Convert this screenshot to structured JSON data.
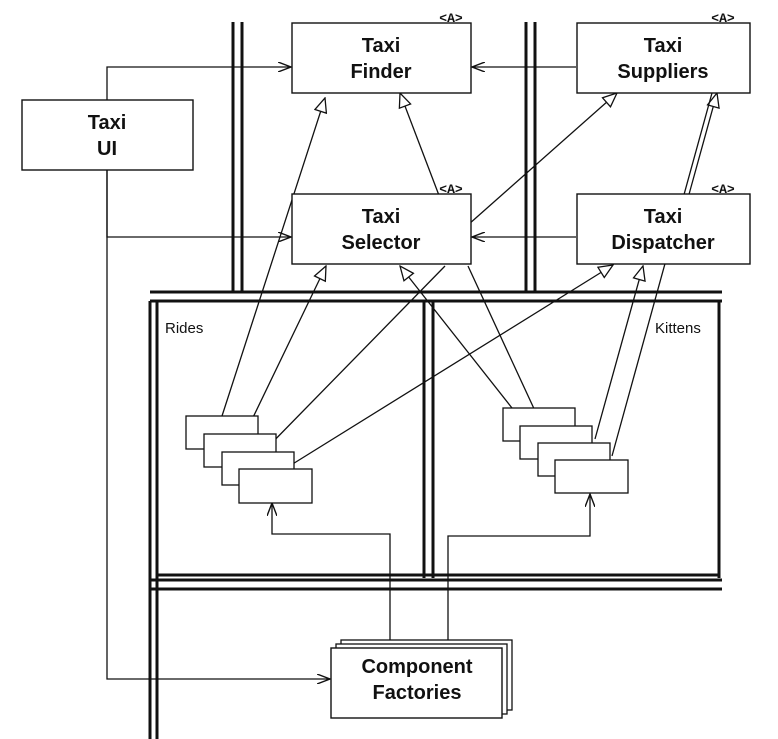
{
  "boxes": {
    "taxi_finder": {
      "line1": "Taxi",
      "line2": "Finder",
      "tag": "<A>"
    },
    "taxi_suppliers": {
      "line1": "Taxi",
      "line2": "Suppliers",
      "tag": "<A>"
    },
    "taxi_ui": {
      "line1": "Taxi",
      "line2": "UI"
    },
    "taxi_selector": {
      "line1": "Taxi",
      "line2": "Selector",
      "tag": "<A>"
    },
    "taxi_dispatcher": {
      "line1": "Taxi",
      "line2": "Dispatcher",
      "tag": "<A>"
    },
    "component_factories": {
      "line1": "Component",
      "line2": "Factories"
    }
  },
  "regions": {
    "rides": "Rides",
    "kittens": "Kittens"
  },
  "colors": {
    "ink": "#111111",
    "background": "#ffffff"
  }
}
